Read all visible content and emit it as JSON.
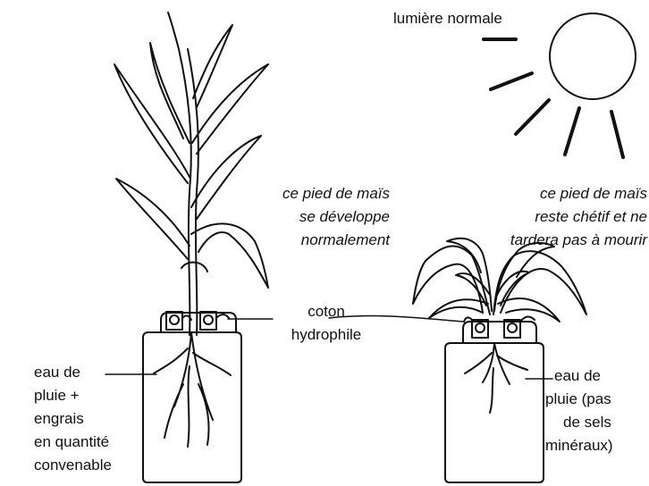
{
  "sun_label": "lumière normale",
  "left_caption": [
    "ce pied de maïs",
    "se développe",
    "normalement"
  ],
  "right_caption": [
    "ce pied de maïs",
    "reste chétif et ne",
    "tardera pas à mourir"
  ],
  "center_label": [
    "coton",
    "hydrophile"
  ],
  "left_liquid": [
    "eau de",
    "pluie +",
    "engrais",
    "en quantité",
    "convenable"
  ],
  "right_liquid": [
    "eau de",
    "pluie (pas",
    "de sels",
    "minéraux)"
  ],
  "colors": {
    "ink": "#111111",
    "background": "#ffffff"
  }
}
